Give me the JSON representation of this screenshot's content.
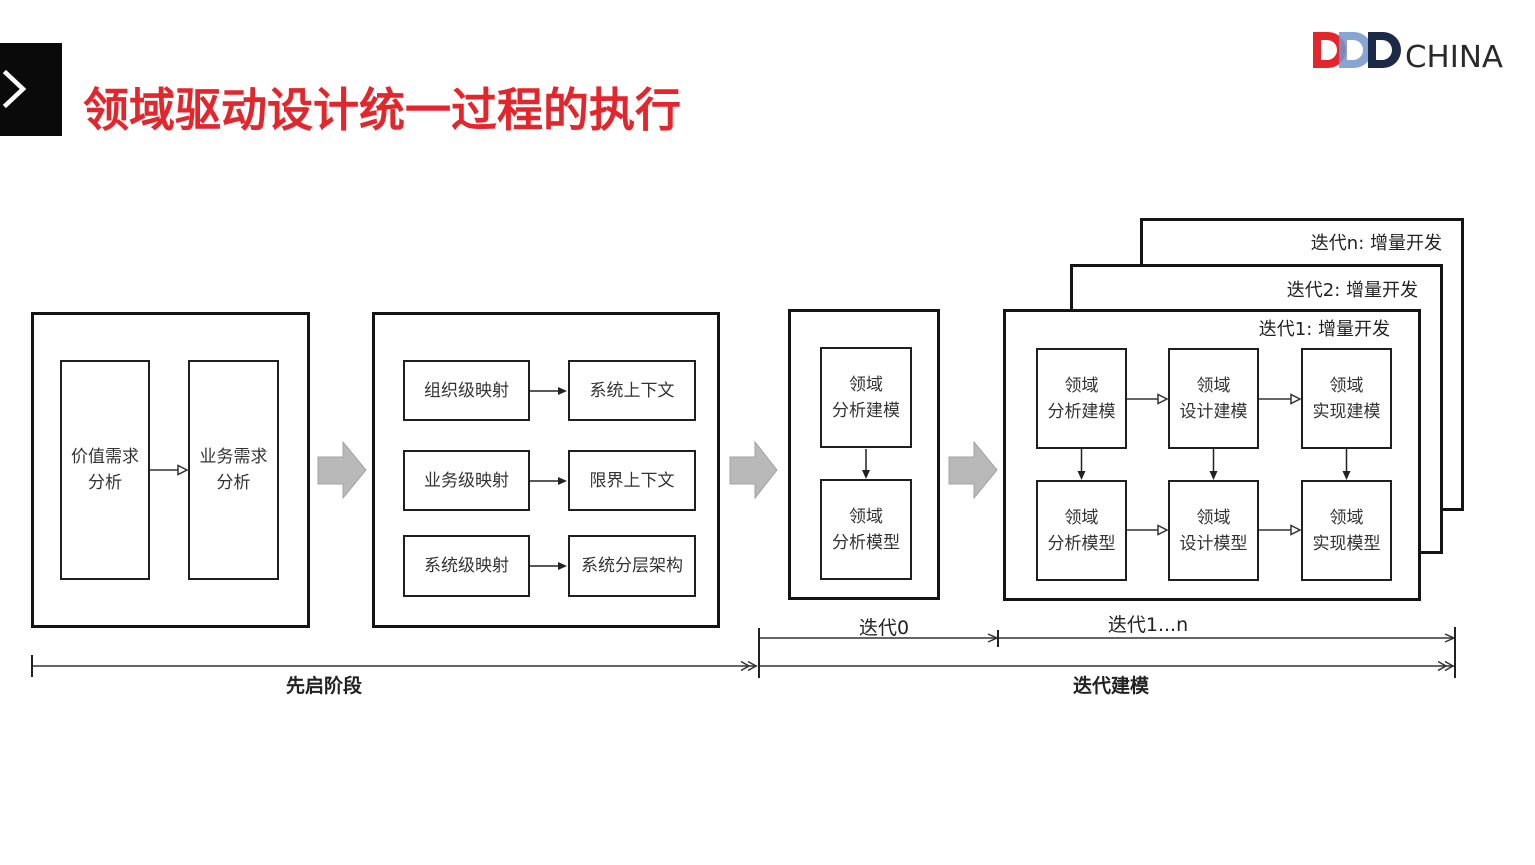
{
  "slide": {
    "title": "领域驱动设计统一过程的执行",
    "title_color": "#e3262c",
    "nav_icon": "chevron-right-icon"
  },
  "logo": {
    "mark": "DDD",
    "text": "CHINA",
    "colors": {
      "red": "#e3262c",
      "blue": "#7396cc",
      "navy": "#1d2a47",
      "text": "#2a2a2a"
    }
  },
  "diagram": {
    "inception": {
      "boxes": [
        {
          "lines": [
            "价值需求",
            "分析"
          ]
        },
        {
          "lines": [
            "业务需求",
            "分析"
          ]
        }
      ]
    },
    "mapping": {
      "rows": [
        {
          "from": "组织级映射",
          "to": "系统上下文"
        },
        {
          "from": "业务级映射",
          "to": "限界上下文"
        },
        {
          "from": "系统级映射",
          "to": "系统分层架构"
        }
      ]
    },
    "iteration0": {
      "boxes": [
        {
          "lines": [
            "领域",
            "分析建模"
          ]
        },
        {
          "lines": [
            "领域",
            "分析模型"
          ]
        }
      ]
    },
    "iterations": {
      "cards": [
        "迭代n: 增量开发",
        "迭代2: 增量开发",
        "迭代1: 增量开发"
      ],
      "top_row": [
        {
          "lines": [
            "领域",
            "分析建模"
          ]
        },
        {
          "lines": [
            "领域",
            "设计建模"
          ]
        },
        {
          "lines": [
            "领域",
            "实现建模"
          ]
        }
      ],
      "bottom_row": [
        {
          "lines": [
            "领域",
            "分析模型"
          ]
        },
        {
          "lines": [
            "领域",
            "设计模型"
          ]
        },
        {
          "lines": [
            "领域",
            "实现模型"
          ]
        }
      ]
    },
    "phase_arrow_color": "#b9b9b9"
  },
  "timeline": {
    "iteration0_label": "迭代0",
    "iterations_label": "迭代1...n",
    "inception_label": "先启阶段",
    "modeling_label": "迭代建模"
  }
}
